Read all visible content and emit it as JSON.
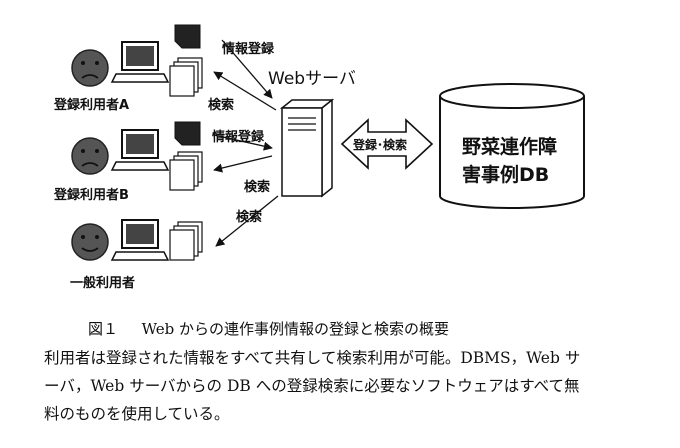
{
  "diagram": {
    "users": [
      {
        "label": "登録利用者A",
        "actions": [
          "情報登録",
          "検索"
        ]
      },
      {
        "label": "登録利用者B",
        "actions": [
          "情報登録",
          "検索"
        ]
      },
      {
        "label": "一般利用者",
        "actions": [
          "検索"
        ]
      }
    ],
    "server_label": "Webサーバ",
    "link_label": "登録･検索",
    "db_label_line1": "野菜連作障",
    "db_label_line2": "害事例DB"
  },
  "caption": {
    "figure_no": "図１",
    "title": "Web からの連作事例情報の登録と検索の概要"
  },
  "body": {
    "line1": "利用者は登録された情報をすべて共有して検索利用が可能。DBMS，Web サ",
    "line2": "ーバ，Web サーバからの DB への登録検索に必要なソフトウェアはすべて無",
    "line3": "料のものを使用している。"
  }
}
